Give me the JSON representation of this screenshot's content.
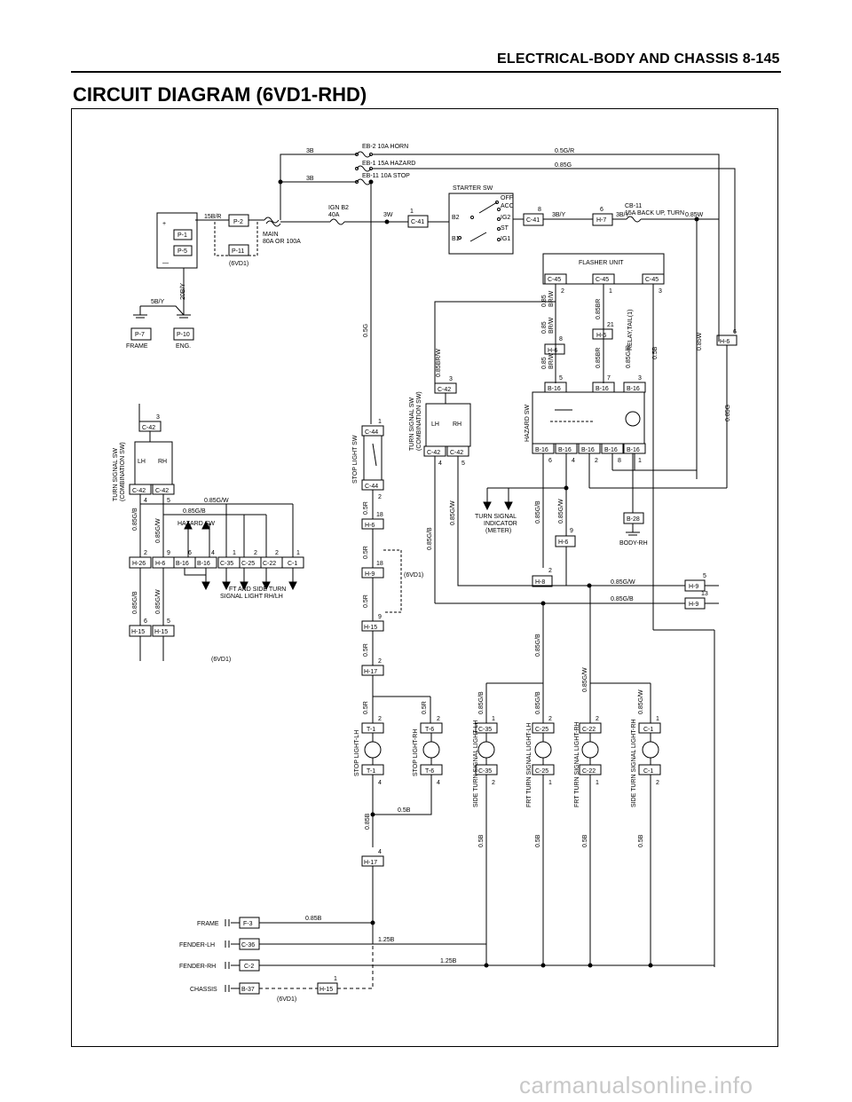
{
  "header": "ELECTRICAL-BODY AND CHASSIS  8-145",
  "title": "CIRCUIT DIAGRAM (6VD1-RHD)",
  "watermark": "carmanualsonline.info",
  "fuses": {
    "horn": "EB-2 10A HORN",
    "hazard": "EB-1 15A HAZARD",
    "stop": "EB-11 10A STOP",
    "ign": "IGN B2",
    "ign_amp": "40A",
    "main1": "MAIN",
    "main2": "80A OR 100A",
    "backup1": "CB-11",
    "backup2": "15A BACK UP, TURN"
  },
  "starter": {
    "title": "STARTER SW",
    "off": "OFF",
    "acc": "ACC",
    "ig2": "IG2",
    "st": "ST",
    "ig1": "IG1",
    "b2": "B2",
    "b1": "B1"
  },
  "flasher": "FLASHER UNIT",
  "battery": {
    "plus": "+",
    "minus": "—",
    "frame": "FRAME",
    "eng": "ENG.",
    "vd": "(6VD1)"
  },
  "components": {
    "hazard_sw": "HAZARD SW",
    "turn_sw": "TURN SIGNAL SW",
    "comb_sw": "(COMBINATION SW)",
    "stop_sw": "STOP LIGHT SW",
    "lh": "LH",
    "rh": "RH",
    "ti1": "TURN SIGNAL",
    "ti2": "INDICATOR",
    "ti3": "(METER)",
    "body_rh": "BODY-RH",
    "relay": "RELAY,TAIL(1)",
    "ft1": "FT AND SIDE TURN",
    "ft2": "SIGNAL LIGHT RH/LH",
    "vd1": "(6VD1)",
    "stop_lh": "STOP LIGHT-LH",
    "stop_rh": "STOP LIGHT-RH",
    "side_lh": "SIDE TURN SIGNAL LIGHT-LH",
    "frt_lh": "FRT TURN SIGNAL LIGHT-LH",
    "frt_rh": "FRT TURN SIGNAL LIGHT-RH",
    "side_rh": "SIDE TURN SIGNAL LIGHT-RH"
  },
  "grounds": {
    "frame": "FRAME",
    "fender_lh": "FENDER-LH",
    "fender_rh": "FENDER-RH",
    "chassis": "CHASSIS"
  },
  "connectors": {
    "P1": "P-1",
    "P5": "P-5",
    "P2": "P-2",
    "P11": "P-11",
    "P7": "P-7",
    "P10": "P-10",
    "C41a": "C-41",
    "C41b": "C-41",
    "H7": "H-7",
    "C45a": "C-45",
    "C45b": "C-45",
    "C45c": "C-45",
    "H6a": "H-6",
    "H6b": "H-6",
    "H6c": "H-6",
    "H6d": "H-6",
    "H6e": "H-6",
    "H6f": "H-6",
    "B16": "B-16",
    "B28": "B-28",
    "C42": "C-42",
    "C44": "C-44",
    "H9": "H-9",
    "H8": "H-8",
    "H15": "H-15",
    "H17": "H-17",
    "H26": "H-26",
    "C35": "C-35",
    "C25": "C-25",
    "C22": "C-22",
    "C1": "C-1",
    "T1": "T-1",
    "T6": "T-6",
    "F3": "F-3",
    "C36": "C-36",
    "C2": "C-2",
    "B37": "B-37"
  },
  "wires": {
    "w3B": "3B",
    "w05GR": "0.5G/R",
    "w085G": "0.85G",
    "w15BR": "15B/R",
    "w3W": "3W",
    "w3BY": "3B/Y",
    "w085W": "0.85W",
    "w5BY": "5B/Y",
    "w20BY": "20B/Y",
    "w05G": "0.5G",
    "w085BRW": "0.85BR/W",
    "w085BR": "0.85BR",
    "w085GR": "0.85G/R",
    "w05B": "0.5B",
    "w085GW": "0.85G/W",
    "w085GB": "0.85G/B",
    "w05R": "0.5R",
    "w085B": "0.85B",
    "w125B": "1.25B",
    "w085": "0.85",
    "wBRW": "BR/W"
  },
  "pins": {
    "p1": "1",
    "p2": "2",
    "p3": "3",
    "p4": "4",
    "p5": "5",
    "p6": "6",
    "p7": "7",
    "p8": "8",
    "p9": "9",
    "p13": "13",
    "p18": "18",
    "p21": "21"
  }
}
